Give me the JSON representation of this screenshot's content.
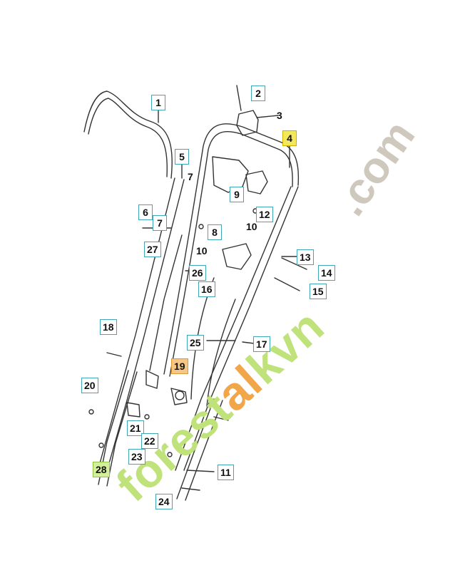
{
  "watermark": {
    "domain_suffix": ".com",
    "brand_part1": "forest",
    "brand_part2": "al",
    "brand_part3": "kvn"
  },
  "colors": {
    "label_border": "#3fa7b5",
    "highlight_yellow": "#f3e85a",
    "highlight_orange": "#f6c682",
    "highlight_green": "#d4ef9a",
    "line": "#333333"
  },
  "labels": [
    "1",
    "2",
    "3",
    "4",
    "5",
    "6",
    "7",
    "7",
    "8",
    "9",
    "10",
    "10",
    "11",
    "12",
    "13",
    "14",
    "15",
    "16",
    "17",
    "18",
    "19",
    "20",
    "21",
    "22",
    "23",
    "24",
    "25",
    "26",
    "27",
    "28"
  ]
}
